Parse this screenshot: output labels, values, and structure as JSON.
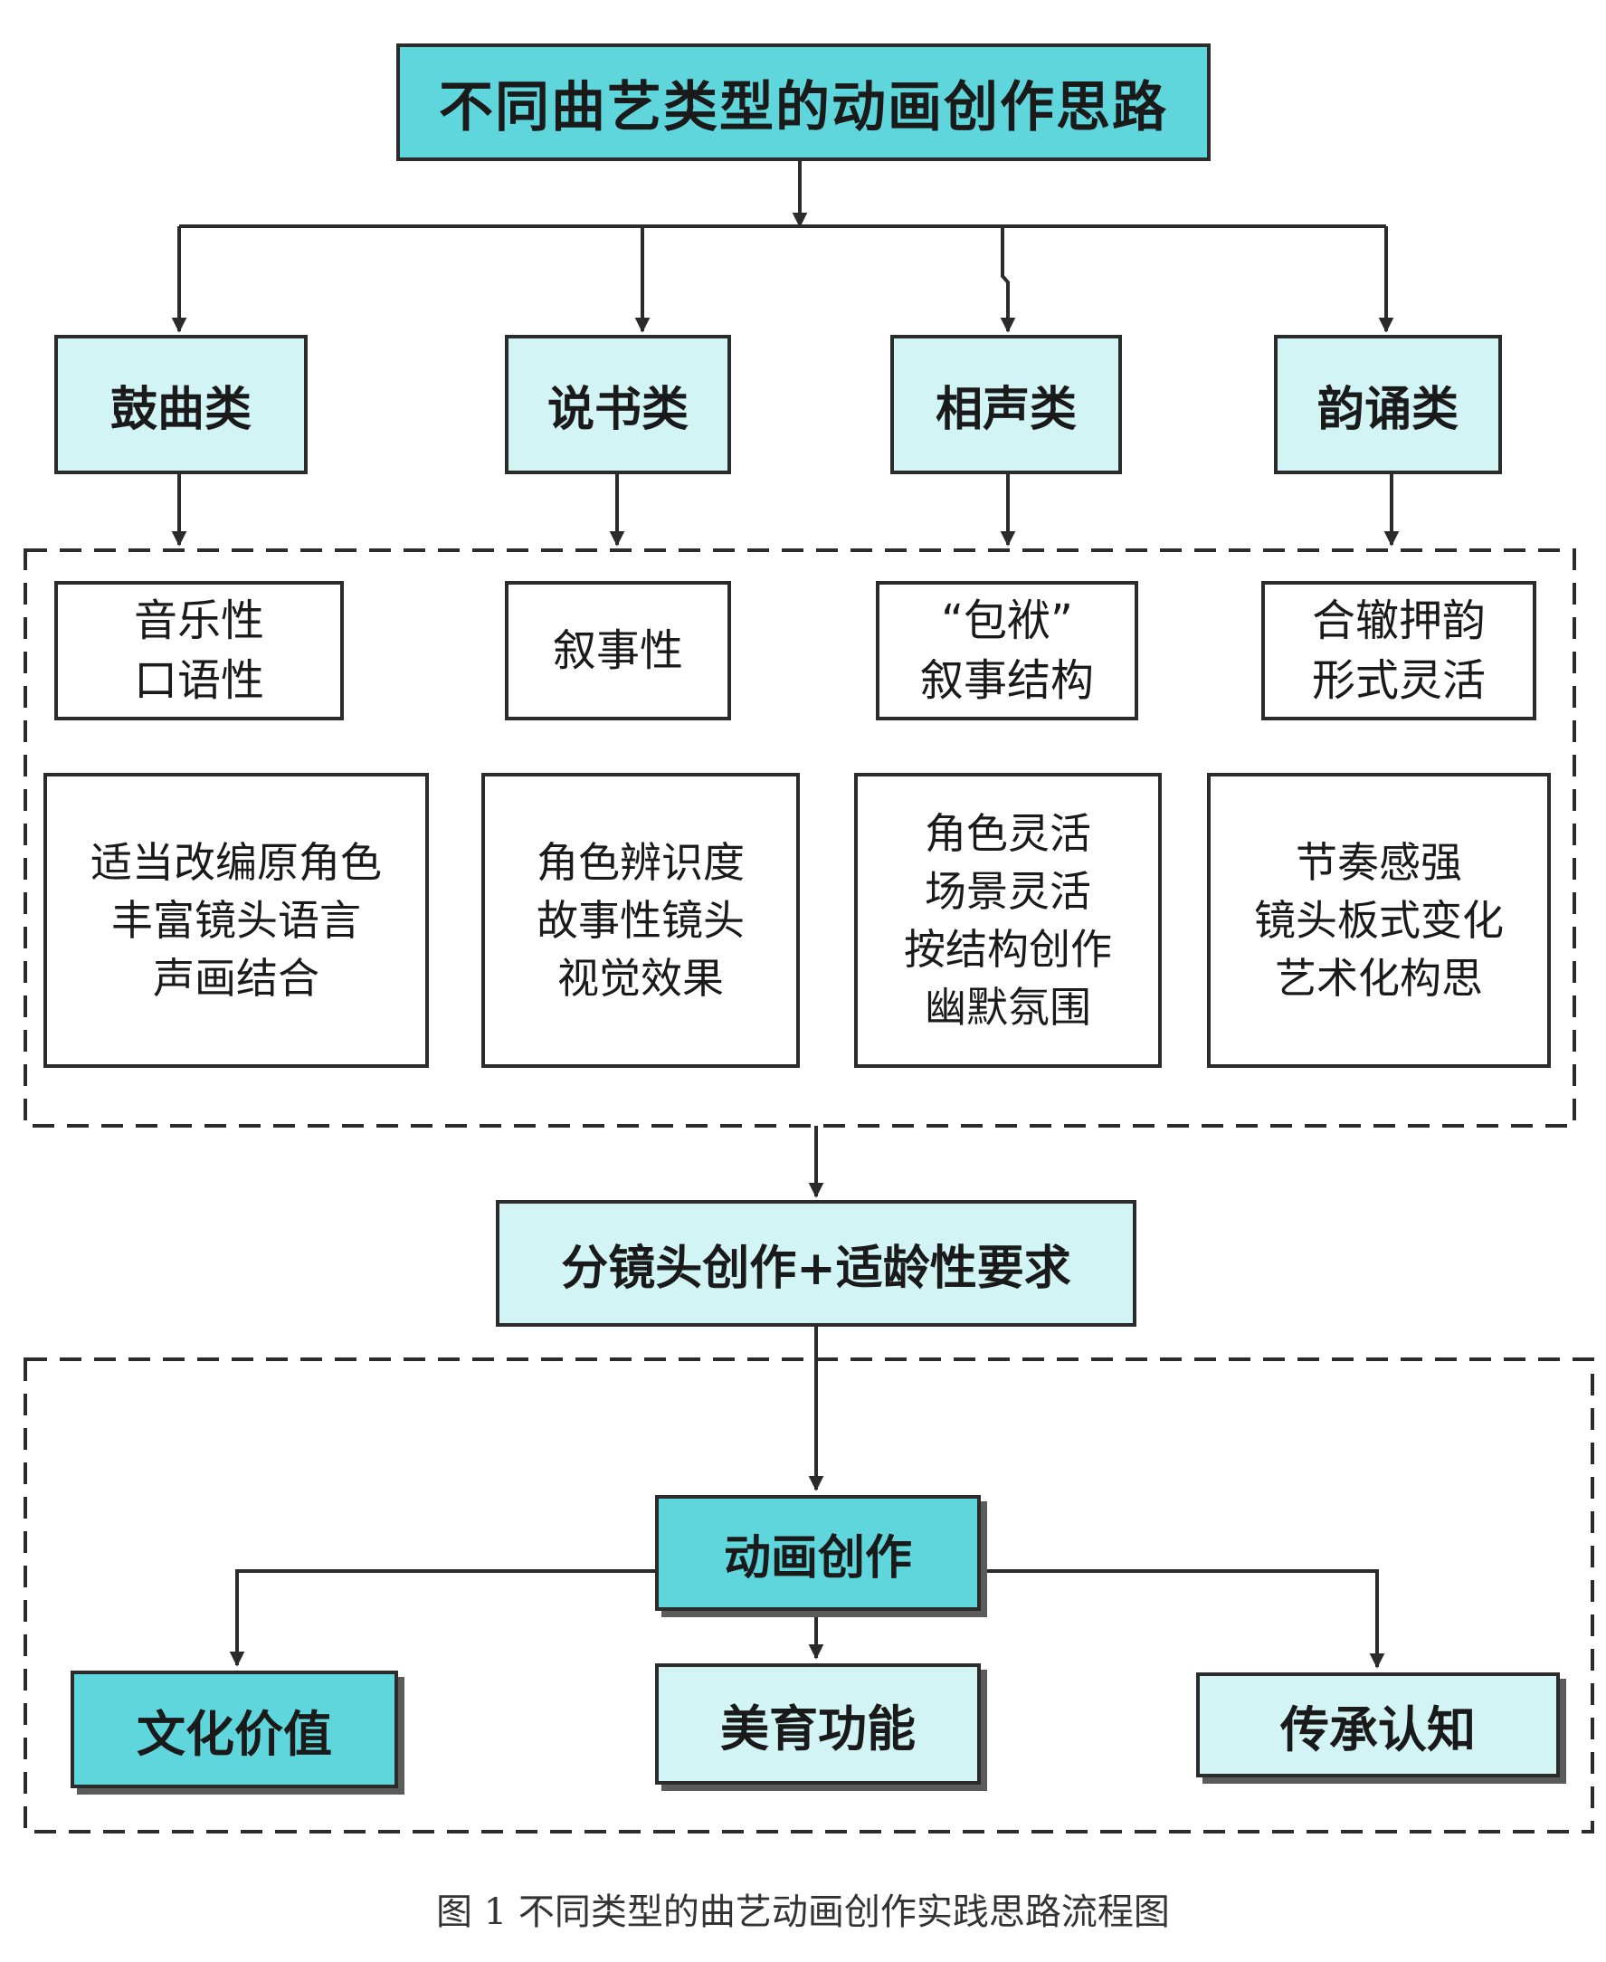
{
  "diagram": {
    "root": "不同曲艺类型的动画创作思路",
    "categories": [
      {
        "name": "鼓曲类",
        "feature": "音乐性\n口语性",
        "techniques": "适当改编原角色\n丰富镜头语言\n声画结合"
      },
      {
        "name": "说书类",
        "feature": "叙事性",
        "techniques": "角色辨识度\n故事性镜头\n视觉效果"
      },
      {
        "name": "相声类",
        "feature": "“包袱”\n叙事结构",
        "techniques": "角色灵活\n场景灵活\n按结构创作\n幽默氛围"
      },
      {
        "name": "韵诵类",
        "feature": "合辙押韵\n形式灵活",
        "techniques": "节奏感强\n镜头板式变化\n艺术化构思"
      }
    ],
    "process": "分镜头创作+适龄性要求",
    "creation": "动画创作",
    "outcomes": [
      "文化价值",
      "美育功能",
      "传承认知"
    ]
  },
  "caption": "图 1  不同类型的曲艺动画创作实践思路流程图",
  "colors": {
    "primary": "#5fd6db",
    "secondary": "#d2f4f5",
    "line": "#2b2b2b"
  }
}
